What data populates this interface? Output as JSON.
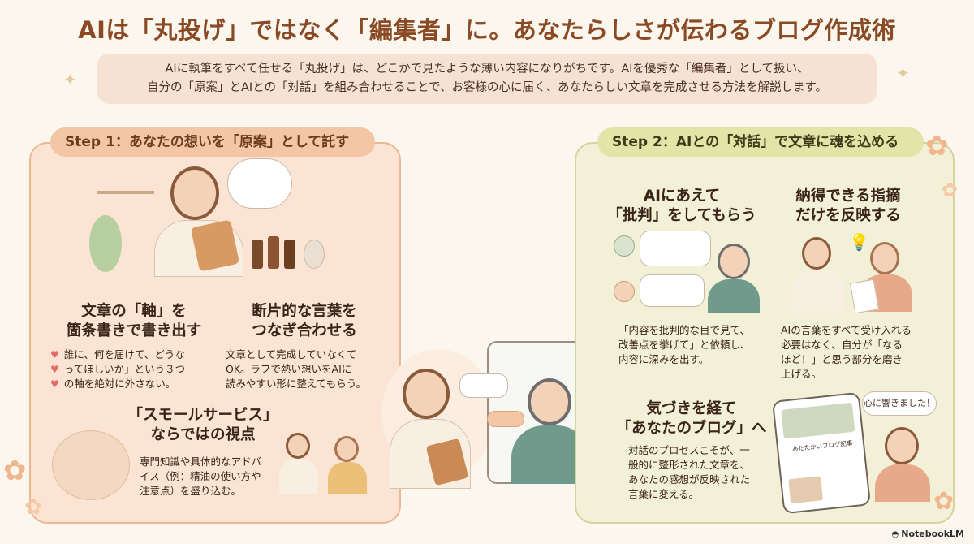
{
  "header": {
    "title": "AIは「丸投げ」ではなく「編集者」に。あなたらしさが伝わるブログ作成術",
    "subtitle_line1": "AIに執筆をすべて任せる「丸投げ」は、どこかで見たような薄い内容になりがちです。AIを優秀な「編集者」として扱い、",
    "subtitle_line2": "自分の「原案」とAIとの「対話」を組み合わせることで、お客様の心に届く、あなたらしい文章を完成させる方法を解説します。"
  },
  "step1": {
    "label": "Step 1：あなたの想いを「原案」として託す",
    "axis": {
      "heading_line1": "文章の「軸」を",
      "heading_line2": "箇条書きで書き出す",
      "bullets": [
        "誰に、何を届けて、どうな",
        "ってほしいか」という３つ",
        "の軸を絶対に外さない。"
      ]
    },
    "fragments": {
      "heading_line1": "断片的な言葉を",
      "heading_line2": "つなぎ合わせる",
      "body": [
        "文章として完成していなくて",
        "OK。ラフで熱い想いをAIに",
        "読みやすい形に整えてもらう。"
      ]
    },
    "small_service": {
      "heading_line1": "「スモールサービス」",
      "heading_line2": "ならではの視点",
      "body": [
        "専門知識や具体的なアドバ",
        "イス（例：精油の使い方や",
        "注意点）を盛り込む。"
      ]
    }
  },
  "step2": {
    "label": "Step 2：AIとの「対話」で文章に魂を込める",
    "critique": {
      "heading_line1": "AIにあえて",
      "heading_line2": "「批判」をしてもらう",
      "body": [
        "「内容を批判的な目で見て、",
        "改善点を挙げて」と依頼し、",
        "内容に深みを出す。"
      ]
    },
    "accept": {
      "heading_line1": "納得できる指摘",
      "heading_line2": "だけを反映する",
      "body": [
        "AIの言葉をすべて受け入れる",
        "必要はなく、自分が「なる",
        "ほど！」と思う部分を磨き",
        "上げる。"
      ]
    },
    "awareness": {
      "heading_line1": "気づきを経て",
      "heading_line2": "「あなたのブログ」へ",
      "body": [
        "対話のプロセスこそが、一",
        "般的に整形された文章を、",
        "あなたの感想が反映された",
        "言葉に変える。"
      ]
    },
    "bubble_text": "心に響きました！",
    "tablet_text": "あたたかいブログ記事"
  },
  "footer": {
    "logo": "NotebookLM"
  },
  "colors": {
    "title": "#8a4a24",
    "panel_left": "#fbe4d3",
    "panel_right": "#f3f0d8",
    "heart": "#e26a6a"
  }
}
